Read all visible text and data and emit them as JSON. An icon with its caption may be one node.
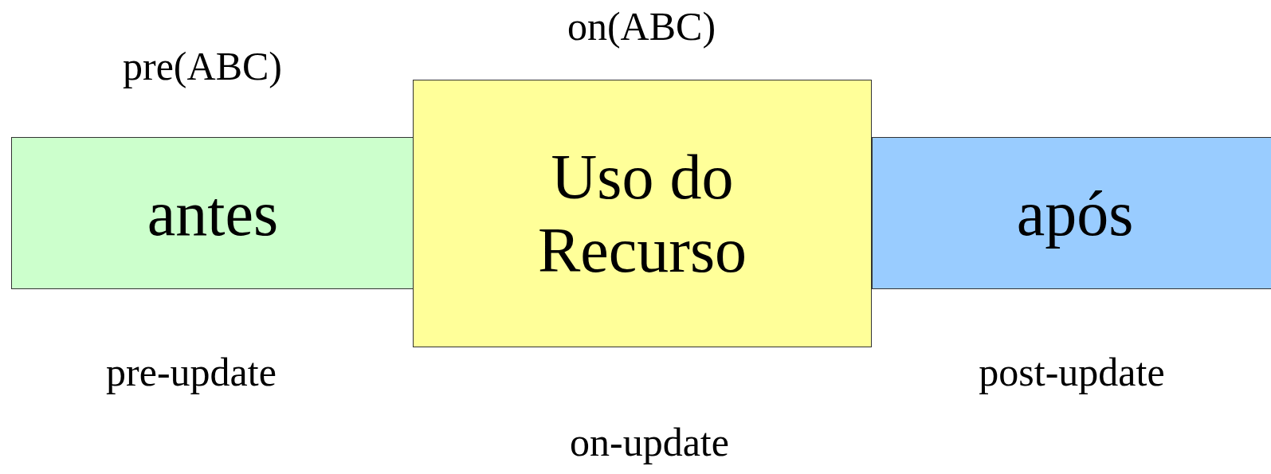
{
  "diagram": {
    "nodes": [
      {
        "text": [
          "antes"
        ],
        "beside": [
          "pre(ABC)",
          "pre-update"
        ]
      },
      {
        "text": [
          "Uso do Recurso"
        ],
        "beside": [
          "on(ABC)",
          "on-update"
        ]
      },
      {
        "text": [
          "após"
        ],
        "beside": [
          "post-update"
        ]
      }
    ]
  }
}
